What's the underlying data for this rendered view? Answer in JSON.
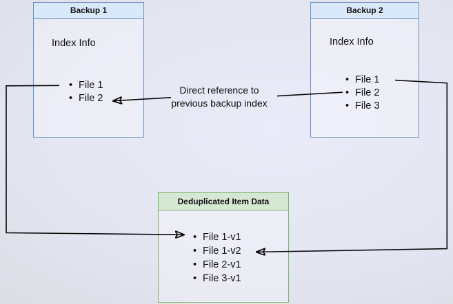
{
  "colors": {
    "blue_border": "#6c8ebf",
    "blue_header_bg": "#dae8fc",
    "green_border": "#82b366",
    "green_header_bg": "#d5e8d4",
    "arrow": "#000000",
    "text": "#0f0f0f"
  },
  "backup1": {
    "title": "Backup 1",
    "index_label": "Index Info",
    "files": [
      "File 1",
      "File 2"
    ]
  },
  "backup2": {
    "title": "Backup 2",
    "index_label": "Index Info",
    "files": [
      "File 1",
      "File 2",
      "File 3"
    ]
  },
  "dedup": {
    "title": "Deduplicated Item Data",
    "files": [
      "File 1-v1",
      "File 1-v2",
      "File 2-v1",
      "File 3-v1"
    ]
  },
  "annotation": {
    "line1": "Direct reference to",
    "line2": "previous backup index"
  }
}
